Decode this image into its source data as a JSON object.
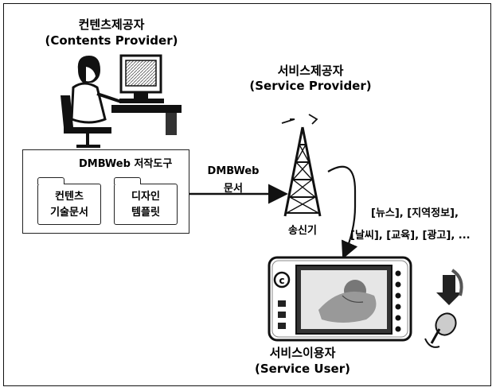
{
  "content_provider": {
    "label_kr": "컨텐츠제공자",
    "label_en": "(Contents Provider)"
  },
  "service_provider": {
    "label_kr": "서비스제공자",
    "label_en": "(Service Provider)"
  },
  "authoring_tool": {
    "title": "DMBWeb 저작도구",
    "folders": [
      {
        "line1": "컨텐츠",
        "line2": "기술문서"
      },
      {
        "line1": "디자인",
        "line2": "템플릿"
      }
    ]
  },
  "arrow": {
    "line1": "DMBWeb",
    "line2": "문서"
  },
  "transmitter": {
    "label": "송신기"
  },
  "categories": {
    "line1": "[뉴스], [지역정보],",
    "line2": "[날씨], [교육], [광고], ..."
  },
  "service_user": {
    "label_kr": "서비스이용자",
    "label_en": "(Service User)"
  }
}
